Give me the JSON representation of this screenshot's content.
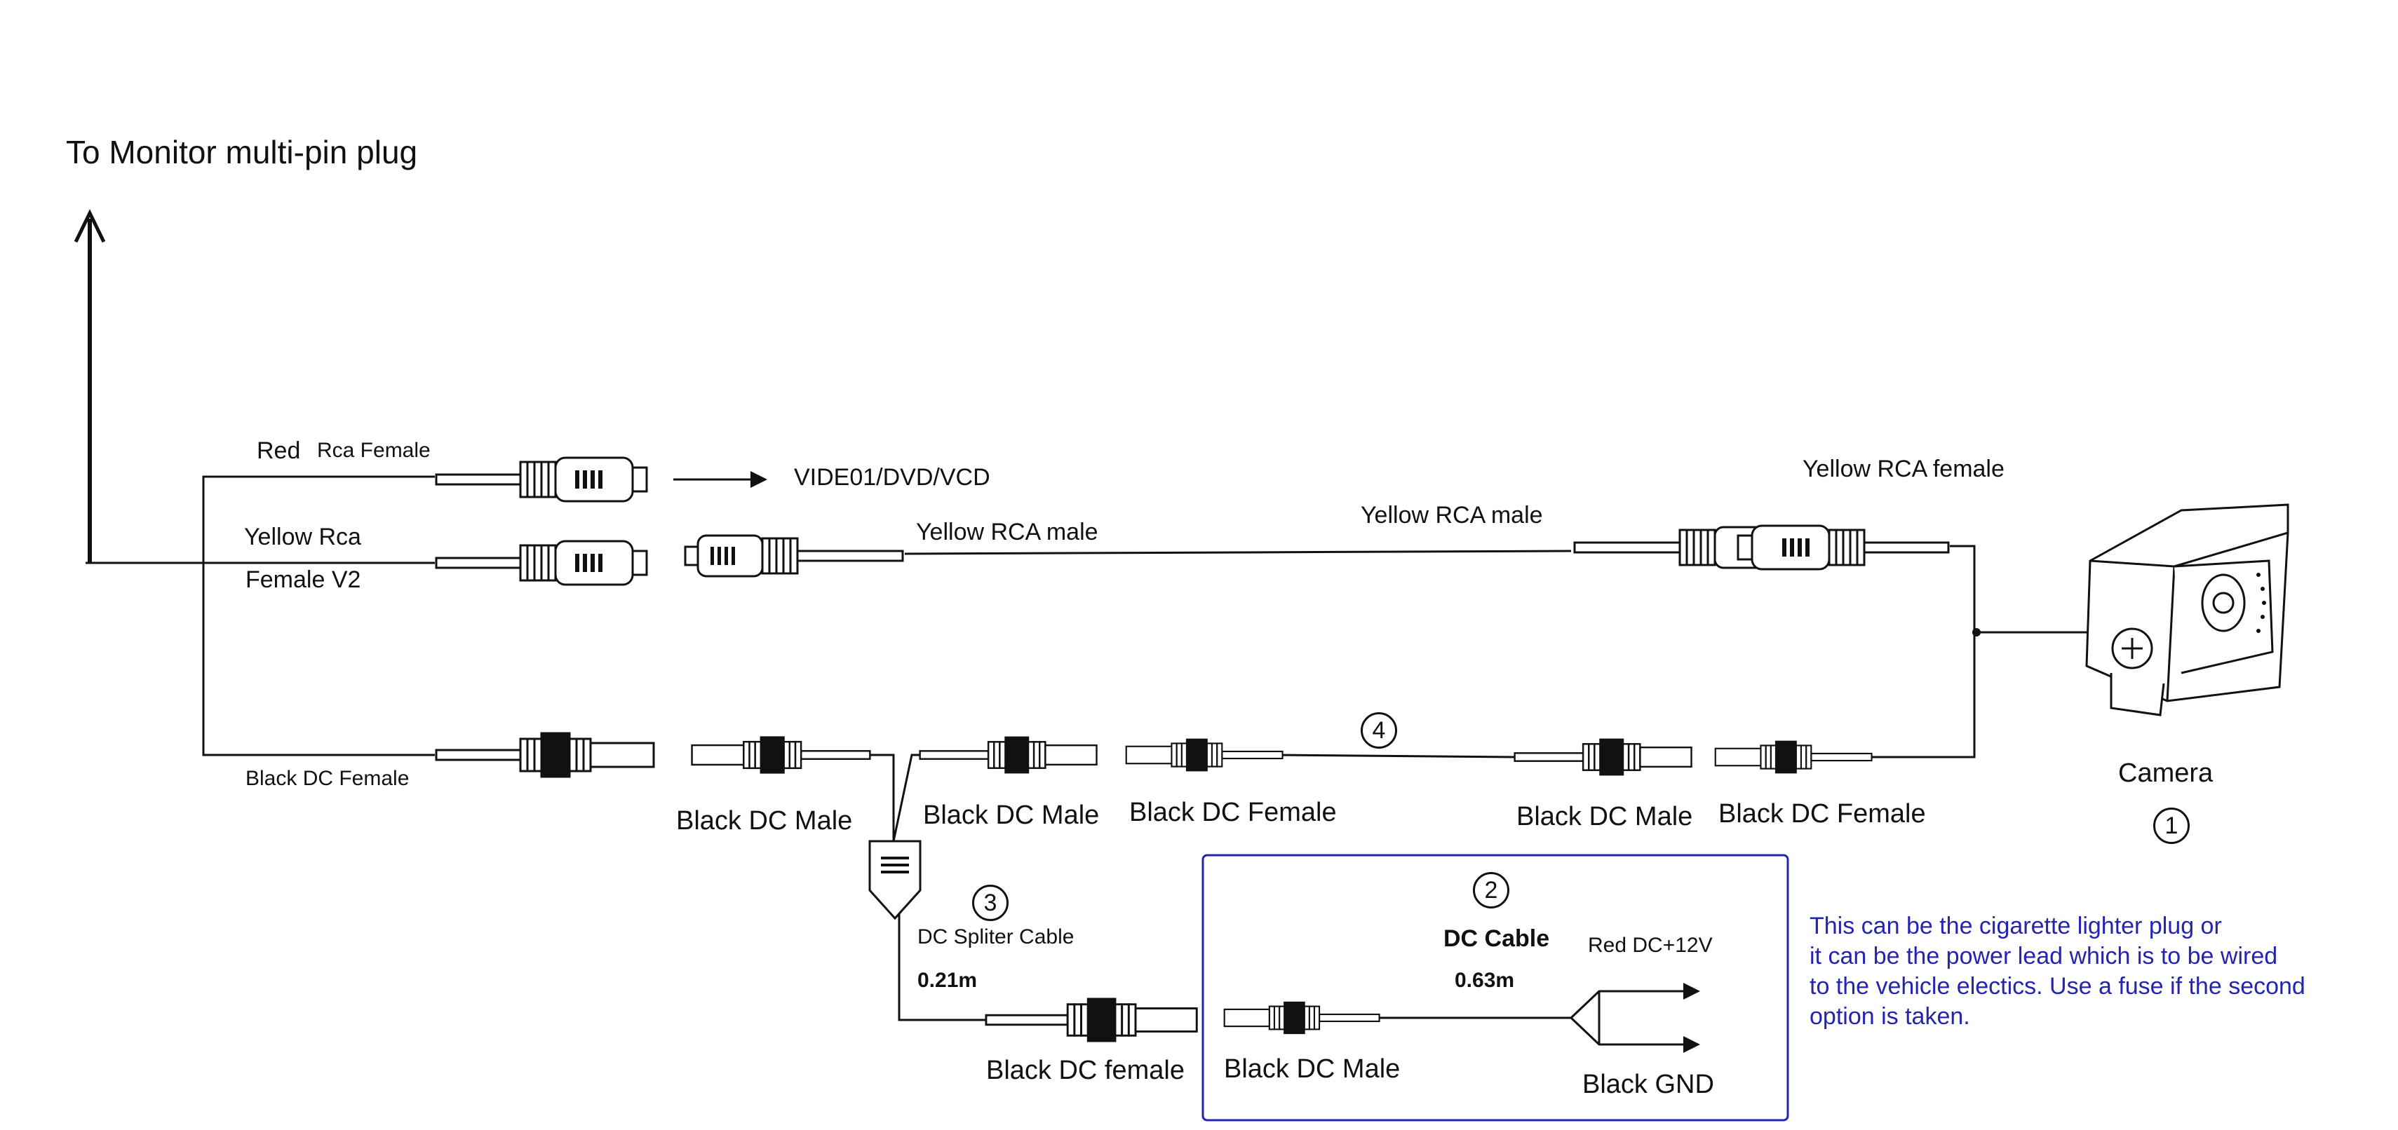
{
  "header": {
    "monitor_label": "To Monitor multi-pin plug"
  },
  "connectors": {
    "red_rca_female_a": "Red",
    "red_rca_female_b": "Rca Female",
    "video_source": "VIDE01/DVD/VCD",
    "yellow_rca_female_v2_a": "Yellow Rca",
    "yellow_rca_female_v2_b": "Female V2",
    "yellow_rca_male_left": "Yellow RCA male",
    "yellow_rca_male_right": "Yellow RCA male",
    "yellow_rca_female_camera": "Yellow RCA female",
    "black_dc_female_monitor": "Black DC Female",
    "black_dc_male_split_left": "Black DC Male",
    "black_dc_male_split_right": "Black DC Male",
    "black_dc_female_ext_left": "Black DC Female",
    "black_dc_male_ext_right": "Black DC Male",
    "black_dc_female_camera": "Black DC Female",
    "black_dc_female_split_bottom": "Black DC female",
    "black_dc_male_power": "Black DC Male"
  },
  "camera": {
    "label": "Camera",
    "number": "1"
  },
  "dc_cable": {
    "number": "2",
    "title": "DC Cable",
    "length": "0.63m",
    "red_lead": "Red DC+12V",
    "black_lead": "Black GND"
  },
  "splitter": {
    "number": "3",
    "title": "DC Spliter Cable",
    "length": "0.21m"
  },
  "extension": {
    "number": "4"
  },
  "note": {
    "line1": "This can be the cigarette lighter plug or",
    "line2": "it can be the power lead which is to be wired",
    "line3": "to the vehicle electics. Use a fuse if the second",
    "line4": "option is taken."
  },
  "colors": {
    "line": "#111111",
    "note": "#2424b0",
    "box": "#2424b0"
  }
}
